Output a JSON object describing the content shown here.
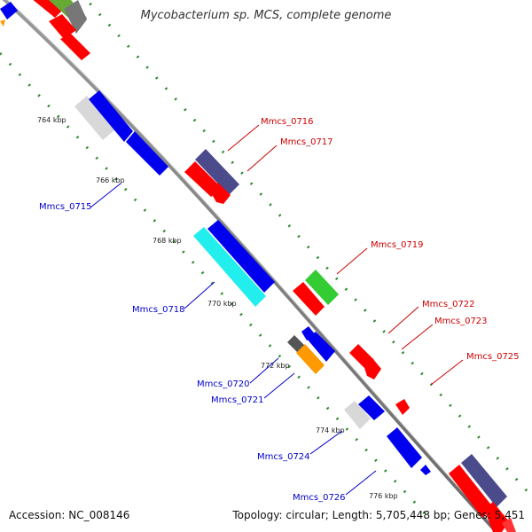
{
  "title": "Mycobacterium sp. MCS, complete genome",
  "footer": {
    "accession": "Accession: NC_008146",
    "summary": "Topology: circular; Length: 5,705,448 bp; Genes: 5,451"
  },
  "ticks": [
    "764 kbp",
    "766 kbp",
    "768 kbp",
    "770 kbp",
    "772 kbp",
    "774 kbp",
    "776 kbp"
  ],
  "genes_forward": [
    "Mmcs_0716",
    "Mmcs_0717",
    "Mmcs_0719",
    "Mmcs_0722",
    "Mmcs_0723",
    "Mmcs_0725"
  ],
  "genes_reverse": [
    "Mmcs_0715",
    "Mmcs_0718",
    "Mmcs_0720",
    "Mmcs_0721",
    "Mmcs_0724",
    "Mmcs_0726"
  ],
  "colors": {
    "forward_label": "#cc0000",
    "reverse_label": "#0000cc",
    "red": "#ff0000",
    "blue": "#0000ee",
    "slate": "#4b4b8c",
    "green": "#33cc33",
    "cyan": "#22eeee",
    "orange": "#ff9900",
    "gray": "#777777",
    "lightgray": "#d8d8d8",
    "olive": "#66aa33",
    "dots": "#2b8a2b"
  }
}
